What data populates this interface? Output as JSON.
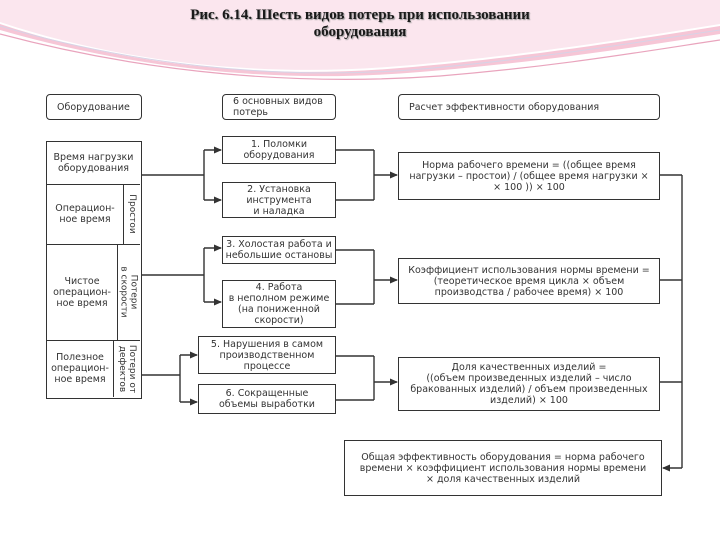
{
  "title": "Рис. 6.14. Шесть видов потерь при использовании\nоборудования",
  "headers": {
    "equipment": "Оборудование",
    "losses": "6 основных видов\nпотерь",
    "efficiency": "Расчет эффективности оборудования"
  },
  "time_table": {
    "load_time": "Время нагрузки\nоборудования",
    "operating_time": "Операцион-\nное время",
    "net_operating_time": "Чистое\nоперацион-\nное время",
    "useful_operating_time": "Полезное\nоперацион-\nное время",
    "downtime": "Простои",
    "speed_losses": "Потери\nв скорости",
    "defect_losses": "Потери от\nдефектов"
  },
  "losses": [
    "1. Поломки\nоборудования",
    "2. Установка\nинструмента\nи наладка",
    "3. Холостая работа и\nнебольшие остановы",
    "4. Работа\nв неполном режиме\n(на пониженной\nскорости)",
    "5. Нарушения в самом\nпроизводственном\nпроцессе",
    "6. Сокращенные\nобъемы выработки"
  ],
  "formulas": {
    "work_time_norm": "Норма рабочего времени = ((общее время\nнагрузки – простои) / (общее время нагрузки ×\n× 100 )) × 100",
    "time_norm_usage": "Коэффициент использования нормы времени =\n(теоретическое время цикла × объем\nпроизводства / рабочее время) × 100",
    "quality_share": "Доля качественных изделий =\n((объем произведенных изделий – число\nбракованных изделий) / объем произведенных\nизделий) × 100",
    "overall": "Общая эффективность оборудования = норма рабочего\nвремени × коэффициент использования нормы времени\n× доля качественных изделий"
  }
}
